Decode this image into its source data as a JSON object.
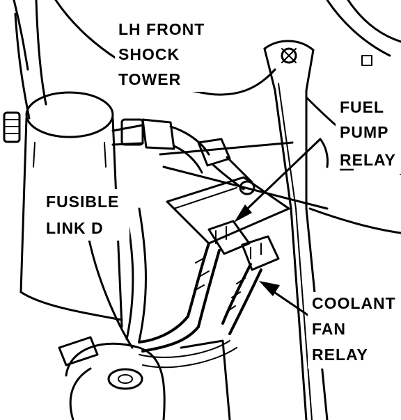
{
  "labels": {
    "shock_tower": [
      "LH FRONT",
      "SHOCK",
      "TOWER"
    ],
    "fuel_pump_relay": [
      "FUEL",
      "PUMP",
      "RELAY"
    ],
    "fusible_link": [
      "FUSIBLE",
      "LINK D"
    ],
    "coolant_fan_relay": [
      "COOLANT",
      "FAN",
      "RELAY"
    ]
  },
  "colors": {
    "ink": "#000000",
    "paper": "#ffffff"
  }
}
